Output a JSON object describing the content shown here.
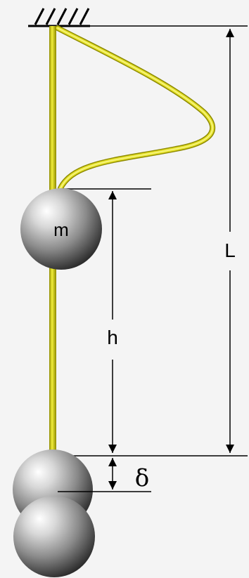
{
  "labels": {
    "mass": "m",
    "height": "h",
    "length": "L",
    "delta": "δ"
  },
  "colors": {
    "rope": "#d8d21a",
    "rope_shadow": "#8e8a00",
    "background": "#f4f4f4",
    "ball_light": "#ffffff",
    "ball_dark": "#1e1e1e"
  }
}
